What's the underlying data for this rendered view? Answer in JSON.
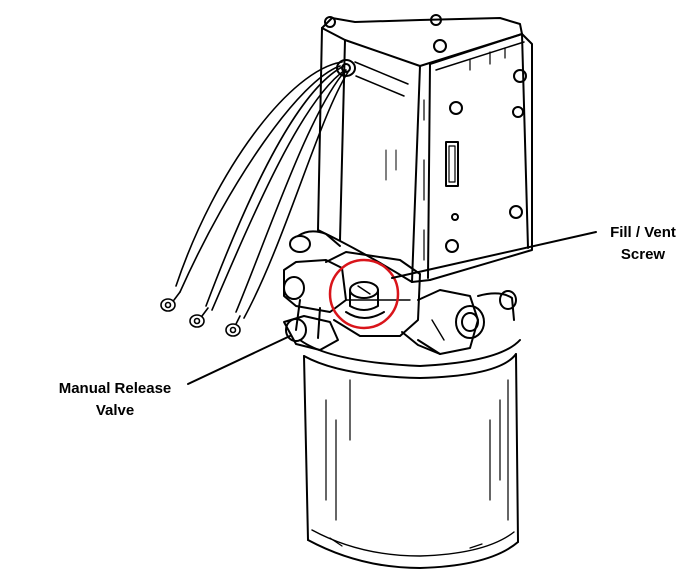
{
  "labels": {
    "fill_vent": {
      "line1": "Fill / Vent",
      "line2": "Screw"
    },
    "manual_release": {
      "line1": "Manual Release",
      "line2": "Valve"
    }
  },
  "colors": {
    "ink": "#000000",
    "highlight_circle": "#d9141a",
    "background": "#ffffff"
  }
}
